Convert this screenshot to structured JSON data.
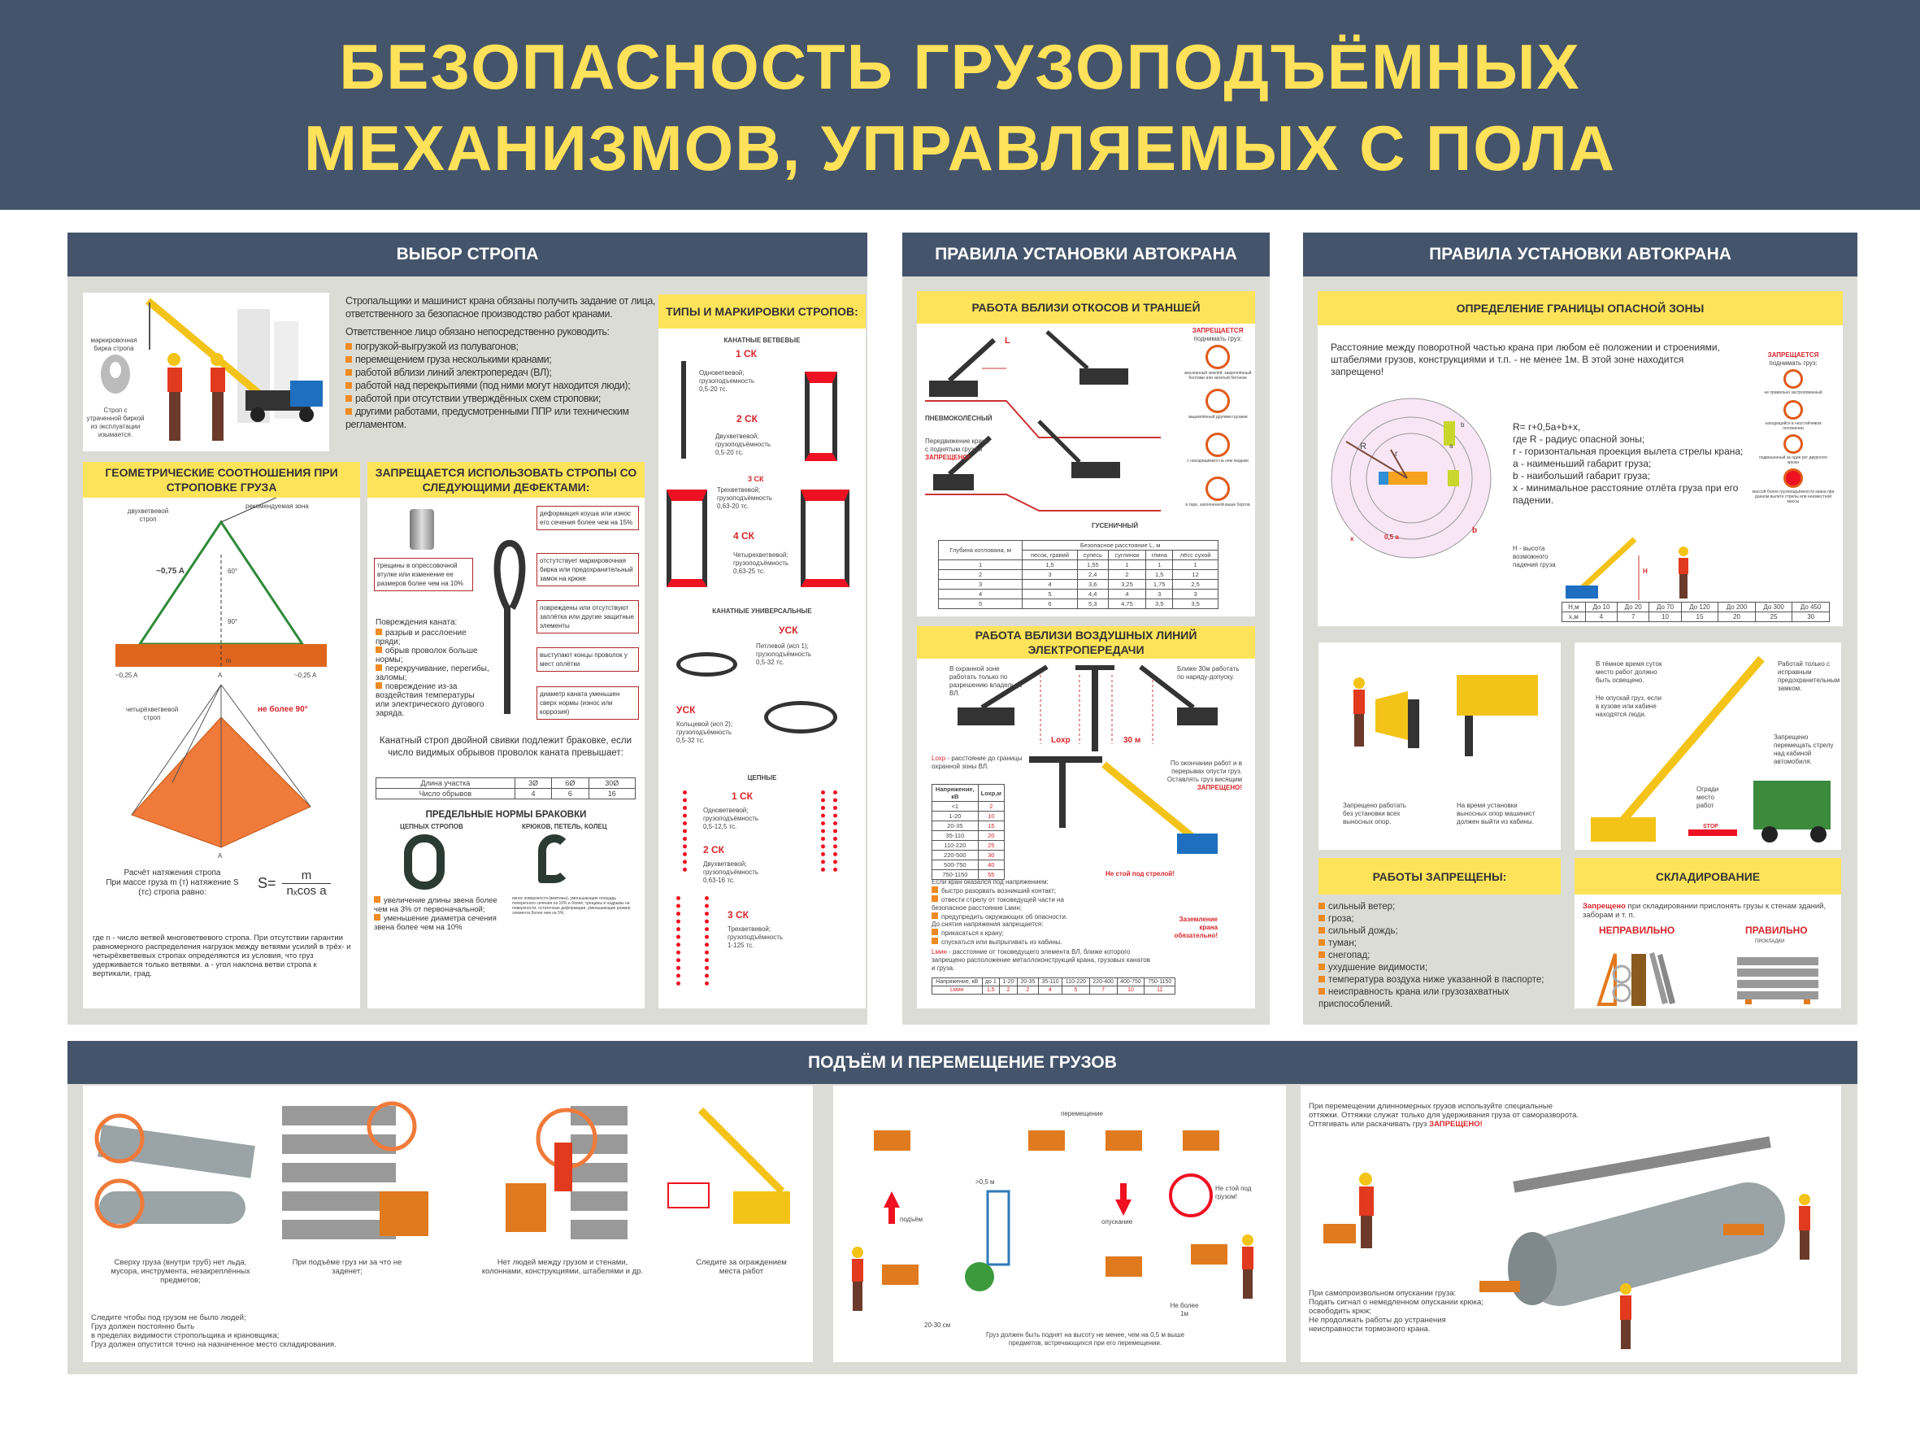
{
  "title": {
    "line1": "БЕЗОПАСНОСТЬ ГРУЗОПОДЪЁМНЫХ",
    "line2": "МЕХАНИЗМОВ, УПРАВЛЯЕМЫХ С ПОЛА"
  },
  "colors": {
    "header_bg": "#44546a",
    "title": "#ffe15a",
    "subheader": "#fde35a",
    "panel": "#dcdcd7",
    "red": "#d7262b",
    "bullet": "#f08a24"
  },
  "sling": {
    "header": "ВЫБОР СТРОПА",
    "tag_label": "маркировочная бирка стропа",
    "lost_tag": "Строп с утраченной биркой из эксплуатации изымается.",
    "intro": "Стропальщики и машинист крана обязаны получить задание от лица, ответственного за безопасное производство работ кранами.",
    "lead": "Ответственное лицо обязано непосредственно руководить:",
    "duties": [
      "погрузкой-выгрузкой из полувагонов;",
      "перемещением груза несколькими кранами;",
      "работой вблизи линий электропередач (ВЛ);",
      "работой над перекрытиями (под ними могут находится люди);",
      "работой при отсутствии утверждённых схем строповки;",
      "другими работами, предусмотренными ППР или техническим регламентом."
    ],
    "geometry": {
      "header": "ГЕОМЕТРИЧЕСКИЕ СООТНОШЕНИЯ ПРИ СТРОПОВКЕ ГРУЗА",
      "two_leg": "двухветвевой строп",
      "recommended": "рекомендуемая зона",
      "leg": "~0,75 A",
      "a60": "60°",
      "a90": "90°",
      "m": "m",
      "side": "~0,25 A",
      "A": "A",
      "four_leg": "четырёхветвевой строп",
      "max90": "не более 90°",
      "calc_title": "Расчёт натяжения стропа",
      "calc_text": "При массе груза m (т) натяжение S (тс) стропа равно:",
      "formula_s": "S=",
      "formula_num": "m",
      "formula_den": "nₓcos a",
      "note": "где n - число ветвей многоветвевого стропа. При отсутствии гарантии равномерного распределения нагрузок между ветвями усилий в трёх- и четырёхветвевых стропах определяются из условия, что груз удерживается только ветвями. a - угол наклона ветви стропа к вертикали, град."
    },
    "defects": {
      "header": "ЗАПРЕЩАЕТСЯ ИСПОЛЬЗОВАТЬ СТРОПЫ СО СЛЕДУЮЩИМИ ДЕФЕКТАМИ:",
      "sleeve": "трещины в опрессовочной втулке или изменение ее размеров более чем на 10%",
      "callouts": [
        "деформация коуша или износ его сечения более чем на 15%",
        "отстутствует маркировочная бирка или предохранительный замок на крюке",
        "повреждены или отсутствуют заплётка или другие защитные элементы",
        "выступают концы проволок у мест оплётки",
        "диаметр каната уменьшен сверх нормы (износ или коррозия)"
      ],
      "damage_title": "Повреждения каната:",
      "damage": [
        "разрыв и расслоение пряди;",
        "обрыв проволок больше нормы;",
        "перекручивание, перегибы, заломы;",
        "повреждение из-за воздействия температуры или электрического дугового заряда."
      ],
      "rope_text": "Канатный строп двойной свивки подлежит браковке, если число видимых обрывов проволок каната превышает:",
      "rope_table": {
        "rows": [
          [
            "Длина участка",
            "3Ø",
            "6Ø",
            "30Ø"
          ],
          [
            "Число обрывов",
            "4",
            "6",
            "16"
          ]
        ]
      },
      "norms_title": "ПРЕДЕЛЬНЫЕ НОРМЫ БРАКОВКИ",
      "chains_label": "ЦЕПНЫХ СТРОПОВ",
      "hooks_label": "КРЮКОВ, ПЕТЕЛЬ, КОЛЕЦ",
      "chain_norms": [
        "увеличение длины звена более чем на 3% от первоначальной;",
        "уменьшение диаметра сечения звена более чем на 10%"
      ],
      "hook_norms": [
        "износ поверхности (вмятины), уменьшающие площадь поперечного сечения на 10% и более; трещины и надрывы на поверхности; остаточные деформации, уменьшающие размер элемента более чем на 5%.",
        "",
        ""
      ]
    },
    "types": {
      "header": "ТИПЫ И МАРКИРОВКИ СТРОПОВ:",
      "rope_branch": "КАНАТНЫЕ ВЕТВЕВЫЕ",
      "items": [
        {
          "code": "1 СК",
          "desc": "Одноветвевой; грузоподъемность 0,5-20 тс."
        },
        {
          "code": "2 СК",
          "desc": "Двухветвевой; грузоподъёмность 0,5-20 тс."
        },
        {
          "code": "3 СК",
          "desc": "Трехветвевой; грузоподъёмность 0,63-20 тс."
        },
        {
          "code": "4 СК",
          "desc": "Четырехветвевой; грузоподъёмность 0,63-25 тс."
        }
      ],
      "rope_universal": "КАНАТНЫЕ УНИВЕРСАЛЬНЫЕ",
      "universal": [
        {
          "code": "УСК",
          "desc": "Петлевой (исп 1); грузоподъёмность 0,5-32 тс."
        },
        {
          "code": "УСК",
          "desc": "Кольцевой (исп 2); грузоподъёмность 0,5-32 тс."
        }
      ],
      "chains": "ЦЕПНЫЕ",
      "chain_items": [
        {
          "code": "1 СК",
          "desc": "Одноветвевой; грузоподъёмность 0,5-12,5 тс."
        },
        {
          "code": "2 СК",
          "desc": "Двухветвевой; грузоподъёмность 0,63-16 тс."
        },
        {
          "code": "3 СК",
          "desc": "Трехветвевой; грузоподъёмность 1-125 тс."
        }
      ]
    }
  },
  "crane_rules": {
    "header": "ПРАВИЛА УСТАНОВКИ АВТОКРАНА",
    "slopes": {
      "header": "РАБОТА ВБЛИЗИ ОТКОСОВ И ТРАНШЕЙ",
      "forbidden": "ЗАПРЕЩАЕТСЯ",
      "forbidden_sub": "поднимать груз:",
      "L": "L",
      "pneumatic": "ПНЕВМОКОЛЁСНЫЙ",
      "tracked": "ГУСЕНИЧНЫЙ",
      "move_note": "Передвижение крана с поднятым грузом",
      "move_forbidden": "ЗАПРЕЩЕНО!",
      "icon_notes": [
        "засыпанный землёй, закреплённый болтами или залитый бетоном",
        "защемлённый другими грузами",
        "с находящимися на нем людьми",
        "в таре, заполненной выше бортов"
      ],
      "table": {
        "head1": "Глубина котлована, м",
        "head2": "Безопасное расстояние L, м",
        "cols": [
          "песок, гравий",
          "супесь",
          "суглинок",
          "глина",
          "лёсс сухой"
        ],
        "rows": [
          [
            "1",
            "1,5",
            "1,55",
            "1",
            "1",
            "1"
          ],
          [
            "2",
            "3",
            "2,4",
            "2",
            "1,5",
            "12"
          ],
          [
            "3",
            "4",
            "3,6",
            "3,25",
            "1,75",
            "2,5"
          ],
          [
            "4",
            "5",
            "4,4",
            "4",
            "3",
            "3"
          ],
          [
            "5",
            "6",
            "5,3",
            "4,75",
            "3,5",
            "3,5"
          ]
        ]
      }
    },
    "power": {
      "header": "РАБОТА ВБЛИЗИ ВОЗДУШНЫХ ЛИНИЙ ЭЛЕКТРОПЕРЕДАЧИ",
      "zone_note": "В охранной зоне работать только по разрешению владельца ВЛ.",
      "near_note": "Ближе 30м работать по наряду-допуску.",
      "l_ohr": "Lохр",
      "m30": "30 м",
      "lohr_def_key": "Lохр",
      "lohr_def": " - расстояние до границы охранной зоны ВЛ.",
      "ohr_table": {
        "head": [
          "Напряжение, кВ",
          "Lохр,м"
        ],
        "rows": [
          [
            "<1",
            "2"
          ],
          [
            "1-20",
            "10"
          ],
          [
            "20-35",
            "15"
          ],
          [
            "35-110",
            "20"
          ],
          [
            "110-220",
            "25"
          ],
          [
            "220-500",
            "30"
          ],
          [
            "500-750",
            "40"
          ],
          [
            "750-1150",
            "55"
          ]
        ]
      },
      "after_note": "По окончании работ и в перерывах опусти груз. Оставлять груз висящим",
      "after_forbidden": "ЗАПРЕЩЕНО!",
      "dont_stand": "Не стой под стрелой!",
      "voltage_title": "Если кран оказался под напряжением:",
      "voltage_steps": [
        "быстро разорвать возникший контакт;",
        "отвести стрелу от токоведущей части на безопасное расстояние Lмин;",
        "предупредить окружающих об опасности."
      ],
      "until_title": "До снятия напряжения запрещается:",
      "until_items": [
        "прикасаться к крану;",
        "спускаться или выпрыгивать из кабины."
      ],
      "grounding": "Заземление крана обязательно!",
      "lmin_key": "Lмин",
      "lmin_def": " - расстояние от токоведущего элемента ВЛ, ближе которого запрещено расположение металлоконструкций крана, грузовых канатов и груза.",
      "lmin_table": {
        "rows": [
          [
            "Напряжение, кВ",
            "до 1",
            "1-20",
            "20-35",
            "35-110",
            "110-220",
            "220-400",
            "400-750",
            "750-1150"
          ],
          [
            "Lмин",
            "1,5",
            "2",
            "2",
            "4",
            "5",
            "7",
            "10",
            "11"
          ]
        ]
      }
    }
  },
  "zone": {
    "header": "ПРАВИЛА УСТАНОВКИ АВТОКРАНА",
    "sub_header": "ОПРЕДЕЛЕНИЕ  ГРАНИЦЫ ОПАСНОЙ ЗОНЫ",
    "intro": "Расстояние между поворотной частью крана при любом её положении и строениями, штабелями грузов, конструкциями и т.п. - не менее 1м. В этой зоне находится запрещено!",
    "formula": [
      "R= r+0,5a+b+x,",
      "где R - радиус опасной зоны;",
      "r - горизонтальная проекция вылета стрелы крана;",
      "a - наименьший габарит груза;",
      "b - наибольший габарит груза;",
      "x - минимальное расстояние отлёта груза при его падении."
    ],
    "diagram": {
      "R": "R",
      "r": "r",
      "a": "a",
      "b": "b",
      "x": "x",
      "half_a": "0,5 a",
      "H": "H"
    },
    "h_note": "H - высота возможного падения груза",
    "forbidden": "ЗАПРЕЩАЕТСЯ",
    "forbidden_sub": "поднимать груз:",
    "icons": [
      "не правильно застропованный",
      "находящийся в неустойчивом положении",
      "подвешенный за один рог двурогого крюка",
      "массой более грузоподъёмности крана при данном вылете стрелы или неизвестной массы"
    ],
    "table": {
      "rows": [
        [
          "Н,м",
          "До 10",
          "До 20",
          "До 70",
          "До 120",
          "До 200",
          "До 300",
          "До 450"
        ],
        [
          "х,м",
          "4",
          "7",
          "10",
          "15",
          "20",
          "25",
          "30"
        ]
      ]
    },
    "outriggers": [
      "Запрещено работать без установки всех выносных опор.",
      "На время установки выносных опор машинист должен выйти из кабины."
    ],
    "night": [
      "В тёмное время суток место работ должно быть освещено.",
      "Не опускай груз, если в кузове или кабине находятся люди.",
      "Работай только с исправным предохранительным замком.",
      "Запрещено перемещать стрелу над кабиной автомобиля.",
      "Огради место работ"
    ],
    "stop_sign": "STOP",
    "weather_header": "РАБОТЫ ЗАПРЕЩЕНЫ:",
    "weather": [
      "сильный ветер;",
      "гроза;",
      "сильный дождь;",
      "туман;",
      "снегопад;",
      "ухудшение видимости;",
      "температура воздуха ниже указанной в паспорте;",
      "неисправность крана или грузозахватных приспособлений."
    ],
    "storage_header": "СКЛАДИРОВАНИЕ",
    "storage_key": "Запрещено",
    "storage_text": " при складировании прислонять грузы к стенам зданий, заборам и т. п.",
    "wrong": "НЕПРАВИЛЬНО",
    "right": "ПРАВИЛЬНО",
    "pads": "ПРОКЛАДКИ"
  },
  "lifting": {
    "header": "ПОДЪЁМ И ПЕРЕМЕЩЕНИЕ ГРУЗОВ",
    "captions": [
      "Сверху груза (внутри труб) нет льда, мусора, инструмента, незакреплённых предметов;",
      "При подъёме груз ни за что не заденет;",
      "Нет людей между грузом и стенами, колоннами, конструкциями, штабелями и др.",
      "Следите за ограждением места работ"
    ],
    "watch": "Следите чтобы под грузом не было людей;\nГруз должен постоянно быть\nв пределах видимости стропольщика и крановщика;\nГруз должен опустится точно на назначенное место складирования.",
    "mid": {
      "up": "подъём",
      "move": "перемещение",
      "down": "опускание",
      "h05": ">0,5 м",
      "h2030": "20-30 см",
      "max1": "Не более 1м",
      "dont_stand": "Не стой под грузом!",
      "note": "Груз должен быть поднят на высоту не менее, чем на 0,5 м выше предметов, встречающихся при его перемещении."
    },
    "long_text": "При перемещении длинномерных грузов используйте специальные оттяжки. Оттяжки служат только для удерживания груза от саморазворота. Оттягивать или раскачивать груз ",
    "long_forbidden": "ЗАПРЕЩЕНО!",
    "drop_text": "При самопроизвольном опускании груза:\nПодать сигнал о немедленном опускании крюка;\nосвободить крюк;\nНе продолжать работы до устранения\nнеисправности тормозного крана."
  }
}
